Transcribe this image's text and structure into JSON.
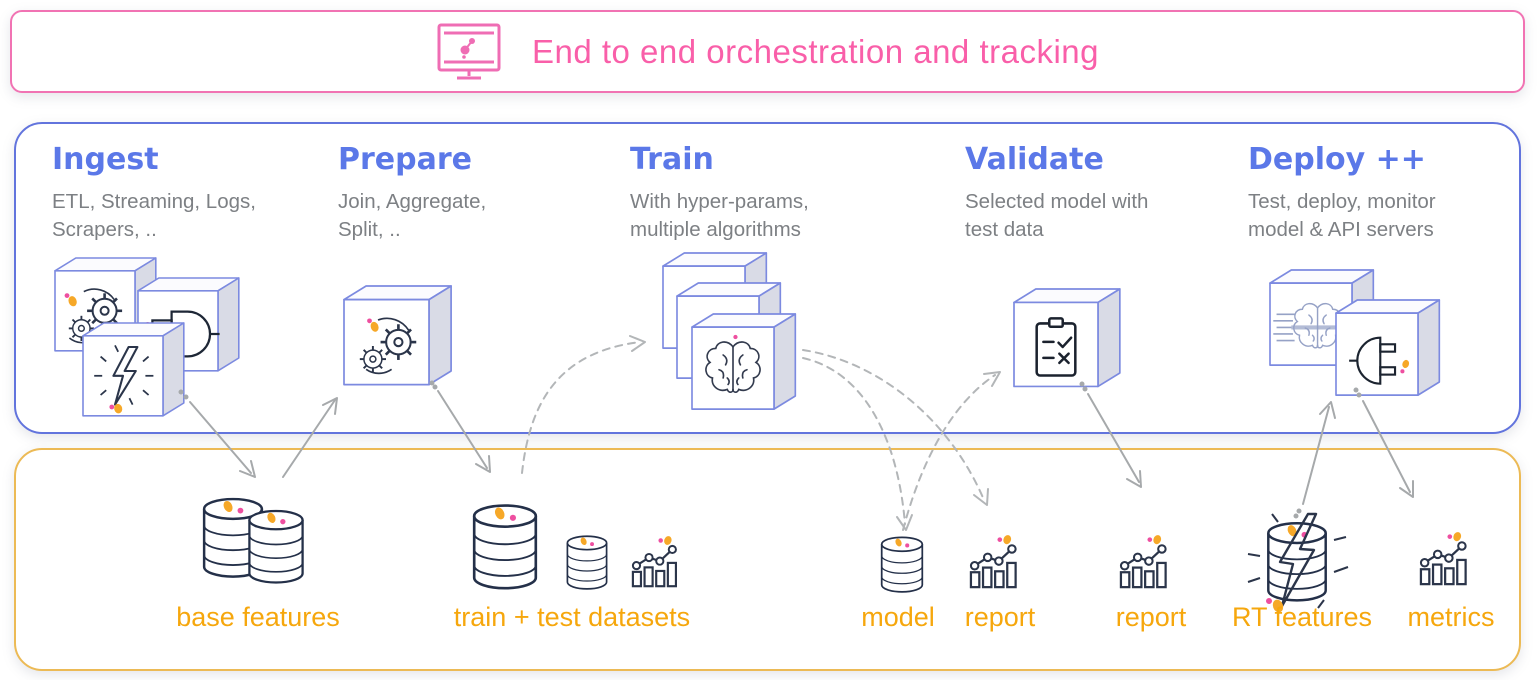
{
  "banner": {
    "title": "End to end orchestration and tracking",
    "icon": "workflow-monitor-icon",
    "text_color": "#f95fa9",
    "border_color": "#f173b3"
  },
  "pipeline": {
    "border_color": "#6274dd",
    "title_color": "#5b78e8",
    "stages": [
      {
        "title": "Ingest",
        "subtitle": "ETL, Streaming, Logs, Scrapers, ..",
        "icons": [
          "gears-cube",
          "logic-gate-cube",
          "lightning-cube"
        ]
      },
      {
        "title": "Prepare",
        "subtitle": "Join, Aggregate, Split, ..",
        "icons": [
          "gears-cube"
        ]
      },
      {
        "title": "Train",
        "subtitle": "With hyper-params, multiple algorithms",
        "icons": [
          "cube",
          "cube",
          "brain-cube"
        ]
      },
      {
        "title": "Validate",
        "subtitle": "Selected model with test data",
        "icons": [
          "checklist-cube"
        ]
      },
      {
        "title": "Deploy ++",
        "subtitle": "Test, deploy, monitor model & API servers",
        "icons": [
          "fast-brain-cube",
          "plug-cube"
        ]
      }
    ]
  },
  "artifacts": {
    "border_color": "#ecba55",
    "label_color": "#f6a70d",
    "items": [
      {
        "label": "base features",
        "icon": "database-pair"
      },
      {
        "label": "train + test datasets",
        "icon": "databases-and-chart"
      },
      {
        "label": "model",
        "icon": "database"
      },
      {
        "label": "report",
        "icon": "chart"
      },
      {
        "label": "report",
        "icon": "chart"
      },
      {
        "label": "RT features",
        "icon": "database-lightning"
      },
      {
        "label": "metrics",
        "icon": "chart"
      }
    ]
  },
  "connections": [
    {
      "from": "Ingest",
      "to": "base features",
      "style": "solid"
    },
    {
      "from": "base features",
      "to": "Prepare",
      "style": "solid"
    },
    {
      "from": "Prepare",
      "to": "train + test datasets",
      "style": "solid"
    },
    {
      "from": "train + test datasets",
      "to": "Train",
      "style": "dashed"
    },
    {
      "from": "Train",
      "to": "model",
      "style": "dashed"
    },
    {
      "from": "Train",
      "to": "report",
      "style": "dashed"
    },
    {
      "from": "model",
      "to": "Validate",
      "style": "dashed"
    },
    {
      "from": "Validate",
      "to": "report",
      "style": "solid"
    },
    {
      "from": "RT features",
      "to": "Deploy ++",
      "style": "solid"
    },
    {
      "from": "Deploy ++",
      "to": "metrics",
      "style": "solid"
    }
  ]
}
